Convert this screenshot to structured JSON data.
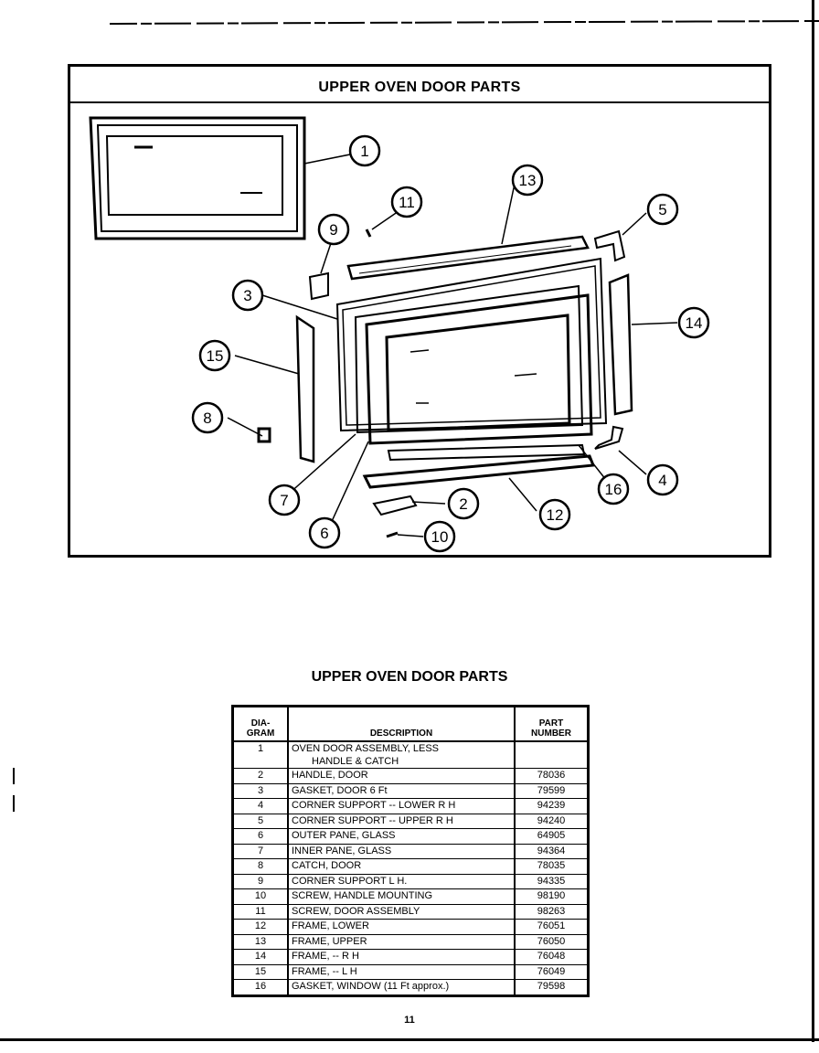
{
  "diagram": {
    "title": "UPPER OVEN DOOR PARTS",
    "callouts": [
      "1",
      "2",
      "3",
      "4",
      "5",
      "6",
      "7",
      "8",
      "9",
      "10",
      "11",
      "12",
      "13",
      "14",
      "15",
      "16"
    ]
  },
  "table": {
    "title": "UPPER OVEN DOOR PARTS",
    "headers": {
      "diagram_line1": "DIA-",
      "diagram_line2": "GRAM",
      "description": "DESCRIPTION",
      "part_line1": "PART",
      "part_line2": "NUMBER"
    },
    "rows": [
      {
        "num": "1",
        "desc": "OVEN DOOR    ASSEMBLY, LESS",
        "desc2": "HANDLE & CATCH",
        "part": ""
      },
      {
        "num": "2",
        "desc": "HANDLE, DOOR",
        "part": "78036"
      },
      {
        "num": "3",
        "desc": "GASKET, DOOR 6 Ft",
        "part": "79599"
      },
      {
        "num": "4",
        "desc": "CORNER SUPPORT -- LOWER R H",
        "part": "94239"
      },
      {
        "num": "5",
        "desc": "CORNER SUPPORT -- UPPER R H",
        "part": "94240"
      },
      {
        "num": "6",
        "desc": "OUTER PANE, GLASS",
        "part": "64905"
      },
      {
        "num": "7",
        "desc": "INNER PANE, GLASS",
        "part": "94364"
      },
      {
        "num": "8",
        "desc": "CATCH, DOOR",
        "part": "78035"
      },
      {
        "num": "9",
        "desc": "CORNER SUPPORT L H.",
        "part": "94335"
      },
      {
        "num": "10",
        "desc": "SCREW, HANDLE MOUNTING",
        "part": "98190"
      },
      {
        "num": "11",
        "desc": "SCREW, DOOR ASSEMBLY",
        "part": "98263"
      },
      {
        "num": "12",
        "desc": "FRAME, LOWER",
        "part": "76051"
      },
      {
        "num": "13",
        "desc": "FRAME, UPPER",
        "part": "76050"
      },
      {
        "num": "14",
        "desc": "FRAME, -- R H",
        "part": "76048"
      },
      {
        "num": "15",
        "desc": "FRAME, -- L H",
        "part": "76049"
      },
      {
        "num": "16",
        "desc": "GASKET, WINDOW (11 Ft approx.)",
        "part": "79598"
      }
    ]
  },
  "page_number": "11"
}
